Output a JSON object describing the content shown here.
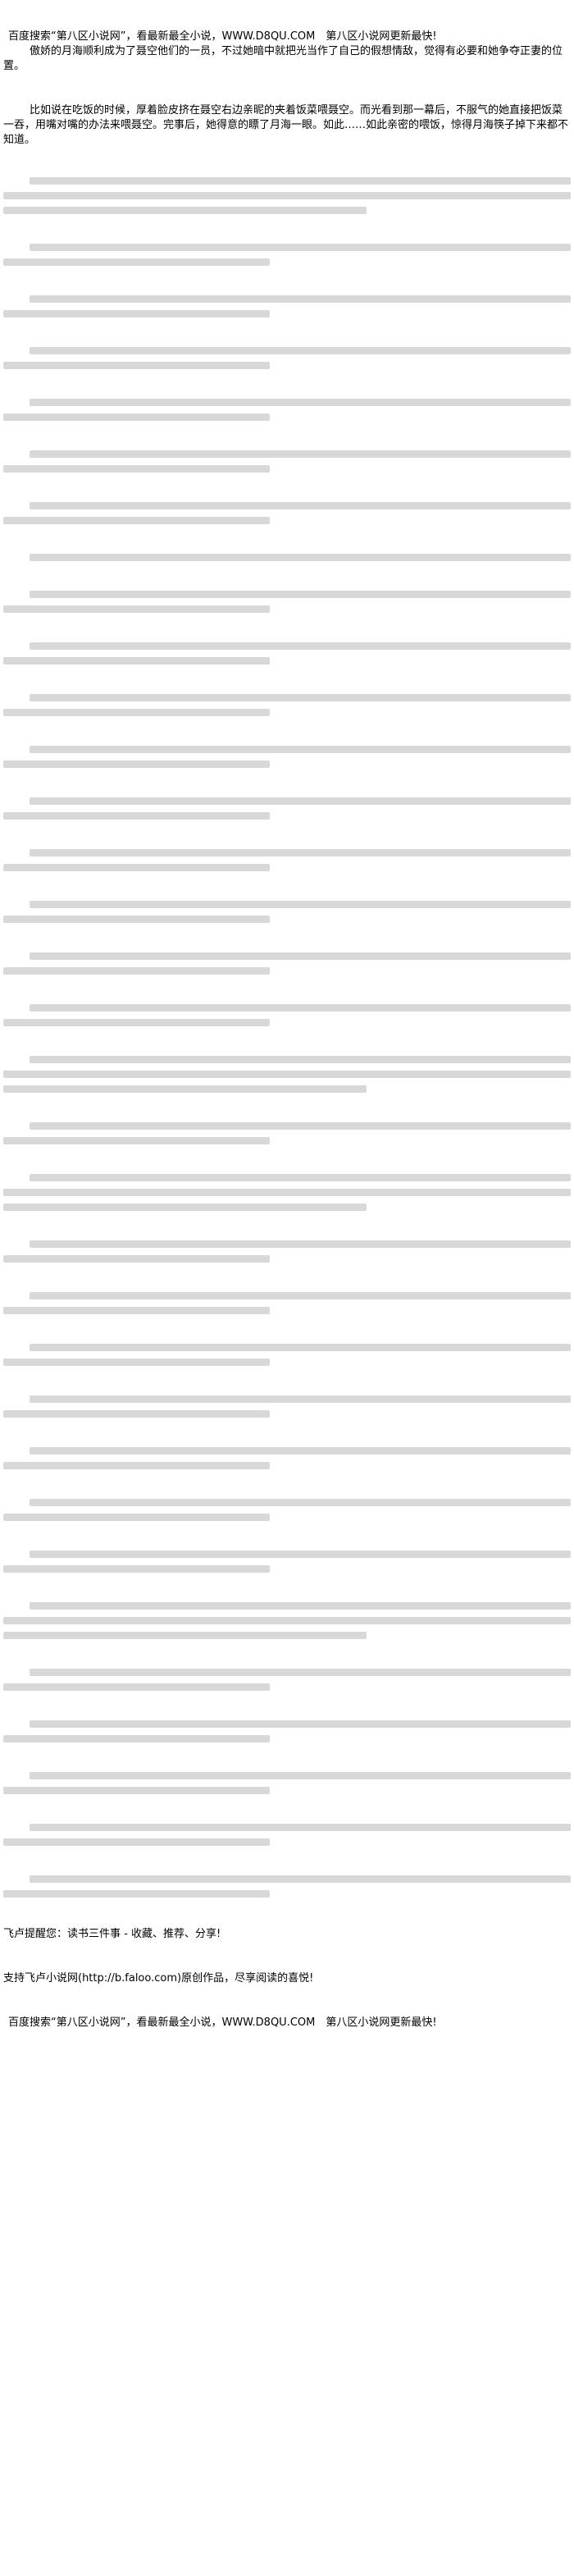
{
  "header": {
    "banner": "百度搜索“第八区小说网”，看最新最全小说，WWW.D8QU.COM　第八区小说网更新最快!"
  },
  "content": {
    "paragraphs": [
      "傲娇的月海顺利成为了聂空他们的一员，不过她暗中就把光当作了自己的假想情敌，觉得有必要和她争夺正妻的位置。",
      "比如说在吃饭的时候，厚着脸皮挤在聂空右边亲昵的夹着饭菜喂聂空。而光看到那一幕后，不服气的她直接把饭菜一吞，用嘴对嘴的办法来喂聂空。完事后，她得意的瞟了月海一眼。如此……如此亲密的喂饭，惊得月海筷子掉下来都不知道。"
    ]
  },
  "footer": {
    "reminder": "飞卢提醒您：读书三件事 - 收藏、推荐、分享!",
    "support": "支持飞卢小说网(http://b.faloo.com)原创作品，尽享阅读的喜悦!",
    "banner": "百度搜索“第八区小说网”，看最新最全小说，WWW.D8QU.COM　第八区小说网更新最快!"
  }
}
